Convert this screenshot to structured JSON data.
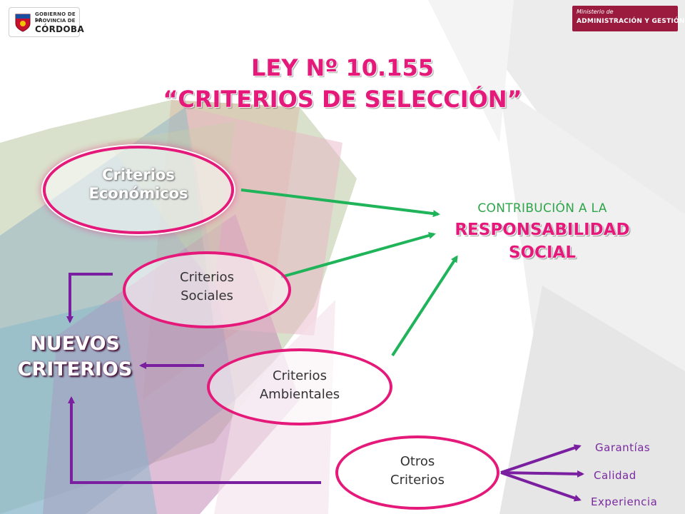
{
  "header": {
    "left_logo": {
      "line1": "GOBIERNO DE LA",
      "line2": "PROVINCIA DE",
      "line3": "CÓRDOBA"
    },
    "right_logo": {
      "line1": "Ministerio de",
      "line2": "ADMINISTRACIÓN Y GESTIÓN PÚBLICA"
    }
  },
  "title": {
    "line1": "LEY Nº 10.155",
    "line2": "“CRITERIOS DE SELECCIÓN”"
  },
  "criteria": {
    "economicos": {
      "line1": "Criterios",
      "line2": "Económicos"
    },
    "sociales": {
      "line1": "Criterios",
      "line2": "Sociales"
    },
    "ambientales": {
      "line1": "Criterios",
      "line2": "Ambientales"
    },
    "otros": {
      "line1": "Otros",
      "line2": "Criterios"
    }
  },
  "contribution": {
    "line1": "CONTRIBUCIÓN A LA",
    "line2": "RESPONSABILIDAD",
    "line3": "SOCIAL"
  },
  "nuevos_criterios": {
    "line1": "NUEVOS",
    "line2": "CRITERIOS"
  },
  "otros_items": [
    "Garantías",
    "Calidad",
    "Experiencia"
  ],
  "colors": {
    "title_pink": "#e5197a",
    "ellipse_border": "#e5197a",
    "arrow_green": "#1fb35a",
    "arrow_purple": "#7a1fa0",
    "contribution_green": "#2ea54a",
    "logo_right_bg": "#9b1b3f"
  }
}
